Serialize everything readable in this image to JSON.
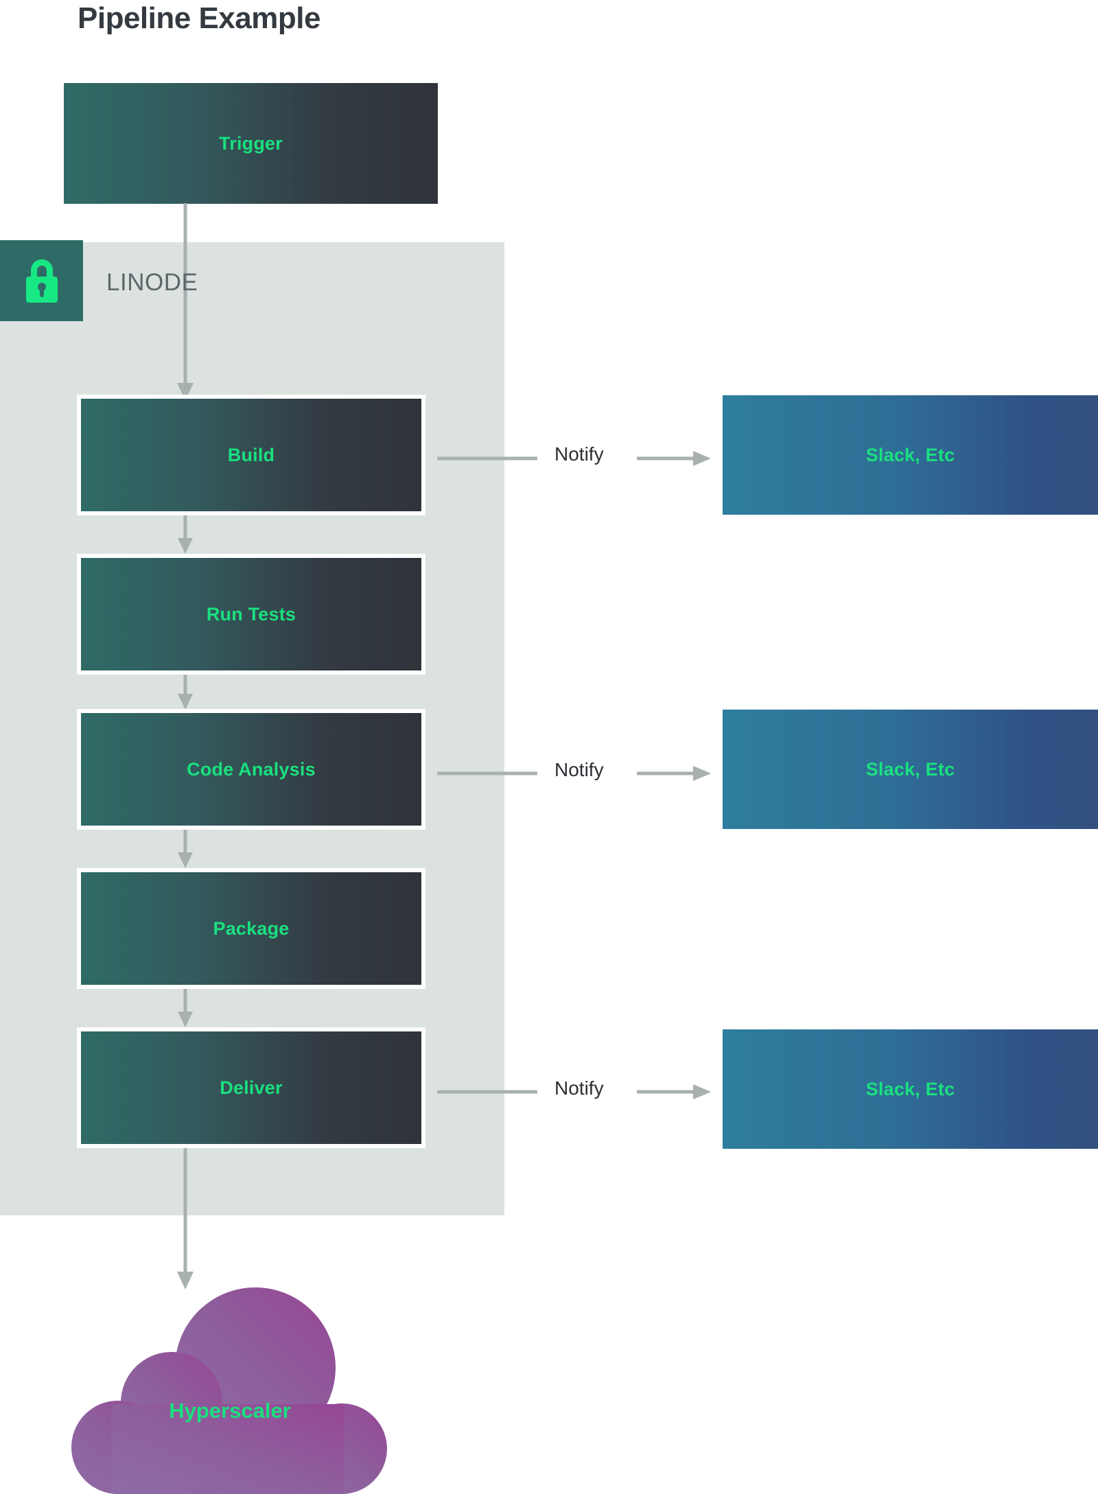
{
  "title": "Pipeline Example",
  "colors": {
    "accent_green": "#19e07f",
    "title_gray": "#343a40",
    "panel_bg": "#dbe2e0",
    "badge_teal": "#2f6b66",
    "label_gray": "#5d676a",
    "arrow_gray": "#a9b0b0",
    "node_dark_start": "#2f6b66",
    "node_dark_end": "#2f333a",
    "slack_blue_start": "#2e7d9e",
    "slack_blue_end": "#31507f",
    "cloud_purple_start": "#8f6aa3",
    "cloud_purple_end": "#93468f"
  },
  "trigger": {
    "label": "Trigger"
  },
  "linode_panel": {
    "label": "LINODE",
    "icon": "lock-icon"
  },
  "pipeline": {
    "stages": [
      {
        "label": "Build"
      },
      {
        "label": "Run Tests"
      },
      {
        "label": "Code Analysis"
      },
      {
        "label": "Package"
      },
      {
        "label": "Deliver"
      }
    ]
  },
  "notifications": [
    {
      "edge_label": "Notify",
      "target_label": "Slack, Etc"
    },
    {
      "edge_label": "Notify",
      "target_label": "Slack, Etc"
    },
    {
      "edge_label": "Notify",
      "target_label": "Slack, Etc"
    }
  ],
  "cloud": {
    "label": "Hyperscaler"
  }
}
